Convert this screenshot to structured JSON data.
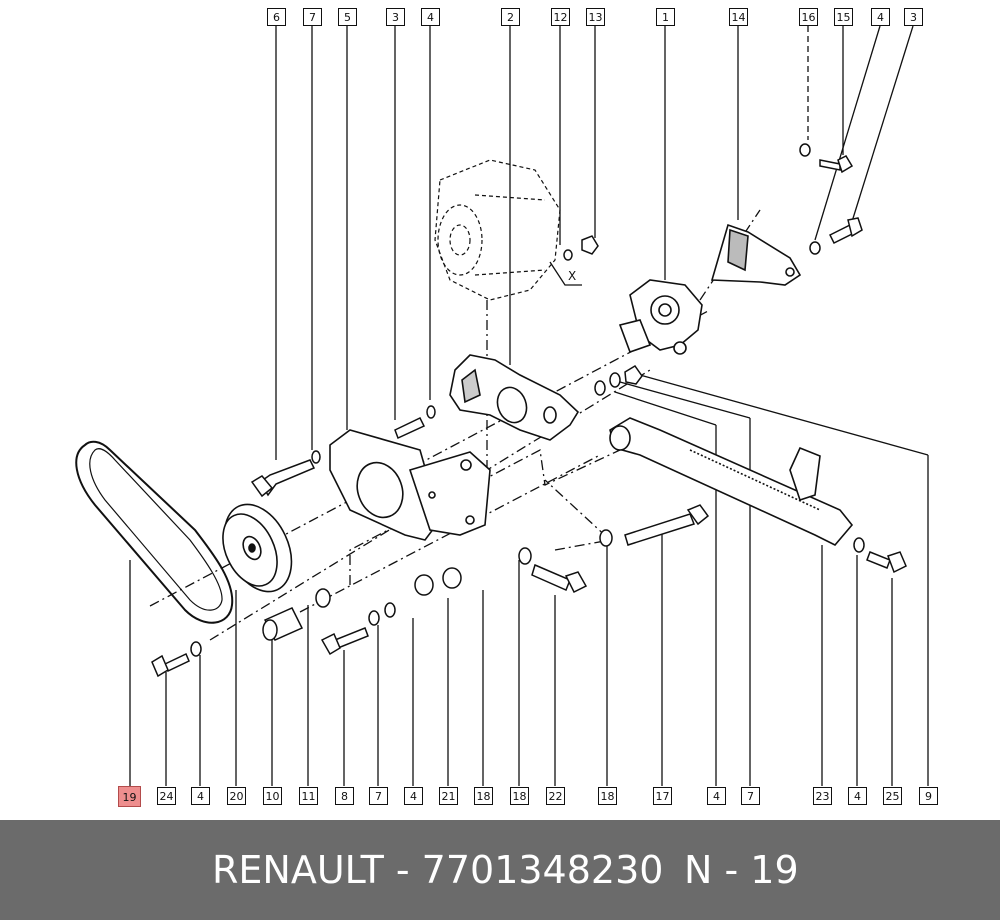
{
  "diagram": {
    "top_callouts": [
      "6",
      "7",
      "5",
      "3",
      "4",
      "2",
      "12",
      "13",
      "1",
      "14",
      "16",
      "15",
      "4",
      "3"
    ],
    "bottom_callouts": [
      "19",
      "24",
      "4",
      "20",
      "10",
      "11",
      "8",
      "7",
      "4",
      "21",
      "18",
      "18",
      "22",
      "18",
      "17",
      "4",
      "7",
      "23",
      "4",
      "25",
      "9"
    ],
    "highlighted_callout": "19",
    "highlight_color": "#ee8e8e",
    "marker_x": "X"
  },
  "footer": {
    "brand_part": "RENAULT - 7701348230",
    "page_ref": "N - 19",
    "background": "#6b6b6b"
  }
}
